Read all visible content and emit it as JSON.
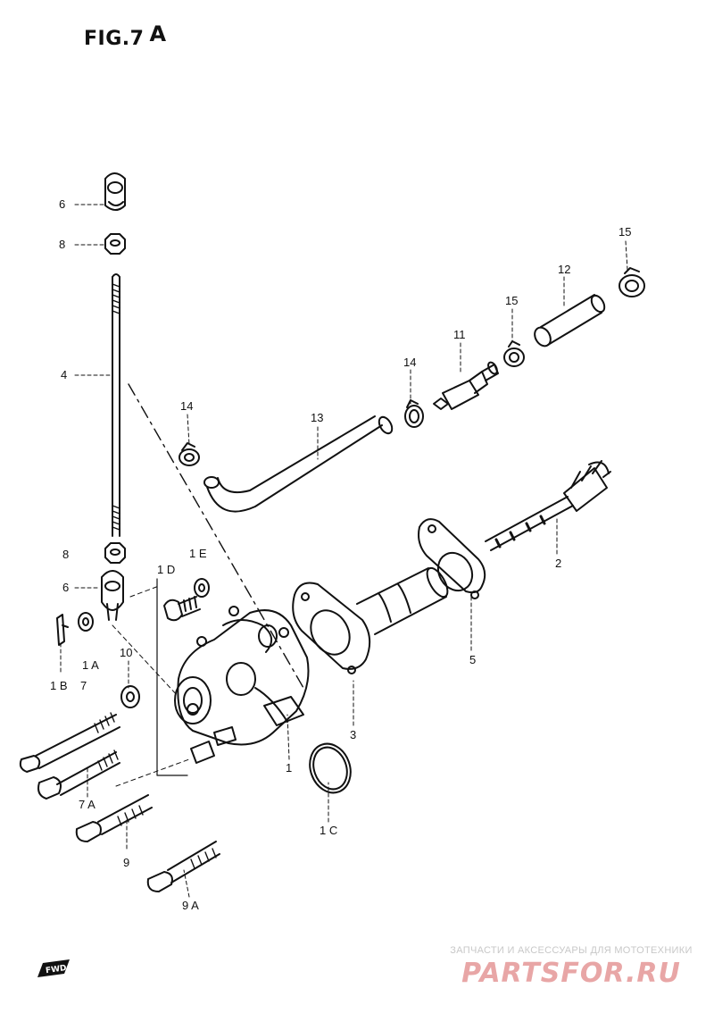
{
  "figure": {
    "title": "FIG.7",
    "suffix": "A"
  },
  "callouts": [
    {
      "id": "c-6-top",
      "text": "6"
    },
    {
      "id": "c-8-top",
      "text": "8"
    },
    {
      "id": "c-4",
      "text": "4"
    },
    {
      "id": "c-14-left",
      "text": "14"
    },
    {
      "id": "c-13",
      "text": "13"
    },
    {
      "id": "c-14-mid",
      "text": "14"
    },
    {
      "id": "c-11",
      "text": "11"
    },
    {
      "id": "c-15-mid",
      "text": "15"
    },
    {
      "id": "c-12",
      "text": "12"
    },
    {
      "id": "c-15-right",
      "text": "15"
    },
    {
      "id": "c-2",
      "text": "2"
    },
    {
      "id": "c-5",
      "text": "5"
    },
    {
      "id": "c-3",
      "text": "3"
    },
    {
      "id": "c-1",
      "text": "1"
    },
    {
      "id": "c-1c",
      "text": "1 C"
    },
    {
      "id": "c-8-low",
      "text": "8"
    },
    {
      "id": "c-6-low",
      "text": "6"
    },
    {
      "id": "c-1d",
      "text": "1 D"
    },
    {
      "id": "c-1e",
      "text": "1 E"
    },
    {
      "id": "c-1a",
      "text": "1 A"
    },
    {
      "id": "c-10",
      "text": "10"
    },
    {
      "id": "c-1b",
      "text": "1 B"
    },
    {
      "id": "c-7",
      "text": "7"
    },
    {
      "id": "c-7a",
      "text": "7 A"
    },
    {
      "id": "c-9",
      "text": "9"
    },
    {
      "id": "c-9a",
      "text": "9 A"
    }
  ],
  "fwd_mark": "FWD",
  "watermark": {
    "subtitle": "ЗАПЧАСТИ И АКСЕССУАРЫ ДЛЯ МОТОТЕХНИКИ",
    "brand": "PARTSFOR.RU"
  }
}
